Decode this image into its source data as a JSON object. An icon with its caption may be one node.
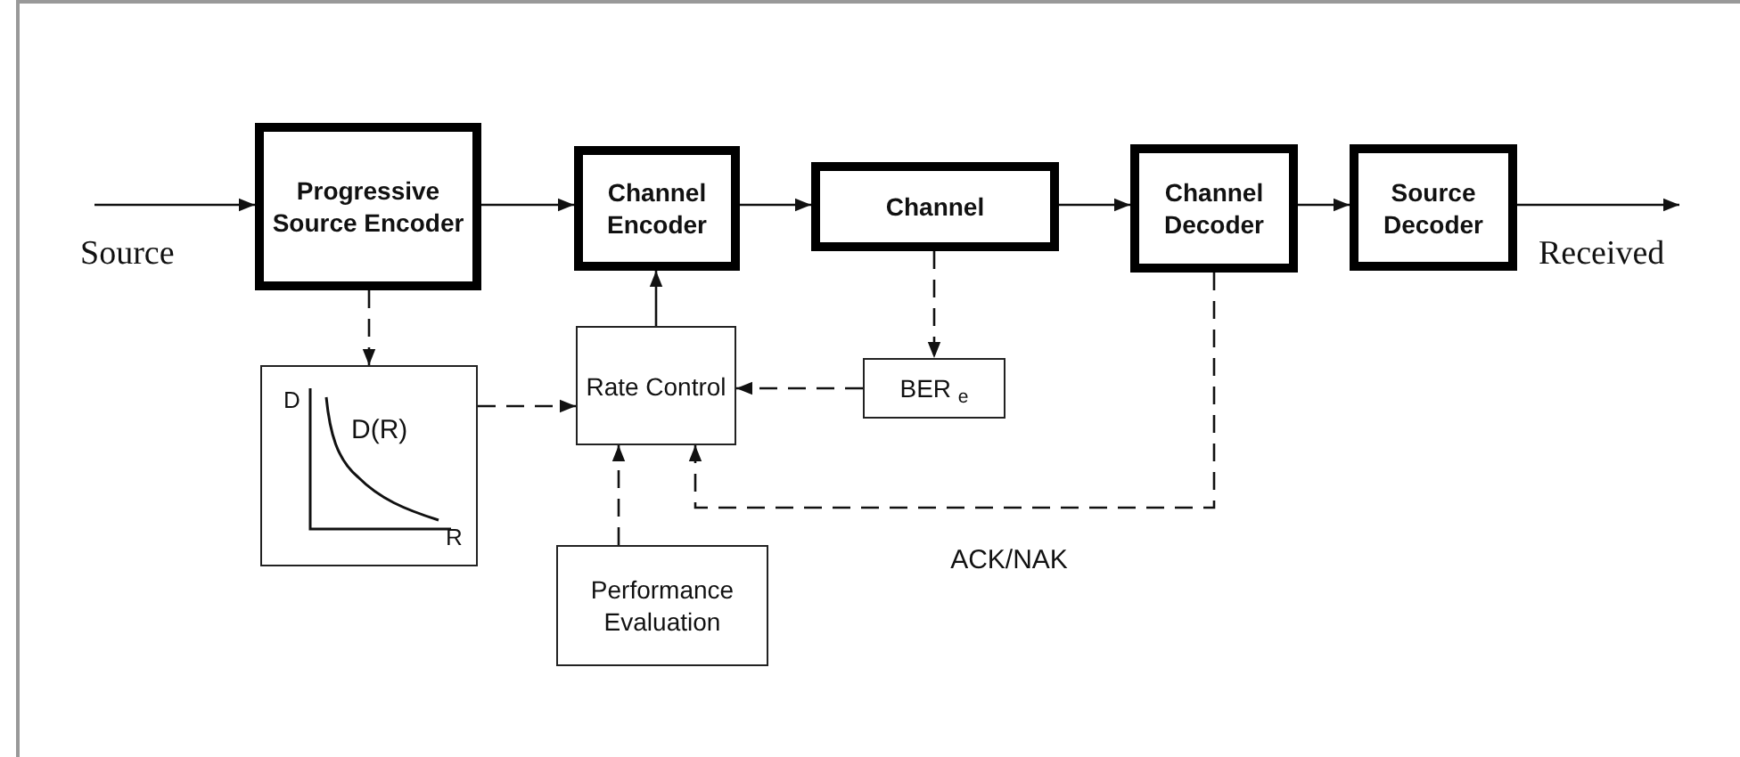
{
  "diagram": {
    "nodes": [
      {
        "text": [
          "Progressive Source Encoder"
        ]
      },
      {
        "text": [
          "Channel Encoder"
        ]
      },
      {
        "text": [
          "Channel"
        ]
      },
      {
        "text": [
          "Channel Decoder"
        ]
      },
      {
        "text": [
          "Source Decoder"
        ]
      },
      {
        "text": [
          "D",
          "D(R)",
          "R"
        ]
      },
      {
        "text": [
          "Rate Control"
        ]
      },
      {
        "text": [
          "BER $_{e}$"
        ]
      },
      {
        "text": [
          "Performance Evaluation"
        ]
      }
    ],
    "edges": [
      {
        "from": null,
        "to": 0,
        "arrow": "to"
      },
      {
        "from": 0,
        "to": 1,
        "arrow": "to"
      },
      {
        "from": 1,
        "to": 2,
        "arrow": "to"
      },
      {
        "from": 2,
        "to": 3,
        "arrow": "to"
      },
      {
        "from": 3,
        "to": 4,
        "arrow": "to"
      },
      {
        "from": 4,
        "to": null,
        "arrow": "to"
      },
      {
        "from": 0,
        "to": 5,
        "arrow": "to",
        "style": "dashed"
      },
      {
        "from": 5,
        "to": 6,
        "arrow": "to",
        "style": "dashed"
      },
      {
        "from": 6,
        "to": 1,
        "arrow": "to"
      },
      {
        "from": 2,
        "to": 7,
        "arrow": "to",
        "style": "dashed"
      },
      {
        "from": 7,
        "to": 6,
        "arrow": "to",
        "style": "dashed"
      },
      {
        "from": 3,
        "to": 6,
        "arrow": "to",
        "style": "dashed",
        "label": "ACK/NAK"
      },
      {
        "from": 8,
        "to": 6,
        "arrow": "to",
        "style": "dashed"
      }
    ],
    "labels": [
      "Source",
      "Received"
    ]
  }
}
